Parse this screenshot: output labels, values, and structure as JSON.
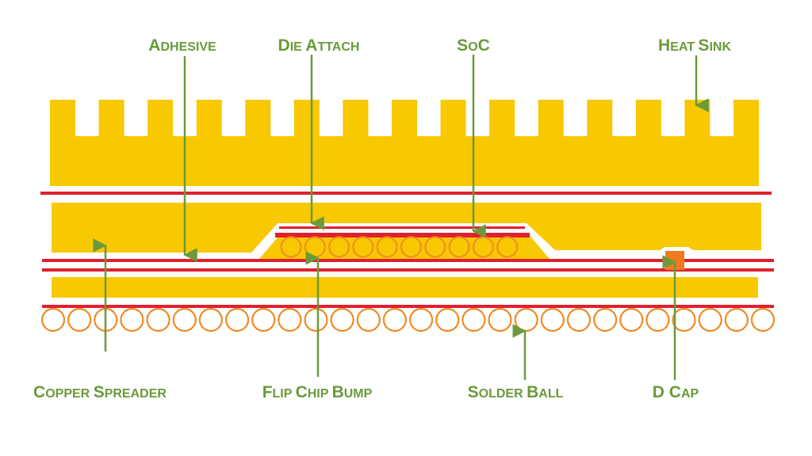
{
  "title": "Flip chip package cross-section",
  "colors": {
    "copper": "#f8c800",
    "trace": "#e0202e",
    "bump": "#f08a24",
    "cap": "#f07a20",
    "label": "#6a9a3a",
    "background": "#ffffff"
  },
  "labels": {
    "adhesive": {
      "caps": [
        "A",
        "DHESIVE"
      ]
    },
    "die_attach": {
      "caps": [
        "D",
        "IE ",
        "A",
        "TTACH"
      ]
    },
    "soc": {
      "caps": [
        "S",
        "O",
        "C"
      ]
    },
    "heat_sink": {
      "caps": [
        "H",
        "EAT ",
        "S",
        "INK"
      ]
    },
    "copper_spreader": {
      "caps": [
        "C",
        "OPPER ",
        "S",
        "PREADER"
      ]
    },
    "flip_chip_bump": {
      "caps": [
        "F",
        "LIP ",
        "C",
        "HIP ",
        "B",
        "UMP"
      ]
    },
    "solder_ball": {
      "caps": [
        "S",
        "OLDER ",
        "B",
        "ALL"
      ]
    },
    "d_cap": {
      "caps": [
        "D ",
        "C",
        "AP"
      ]
    }
  },
  "components": {
    "heat_sink_fins": 15,
    "flip_chip_bumps": 10,
    "solder_balls": 28
  }
}
